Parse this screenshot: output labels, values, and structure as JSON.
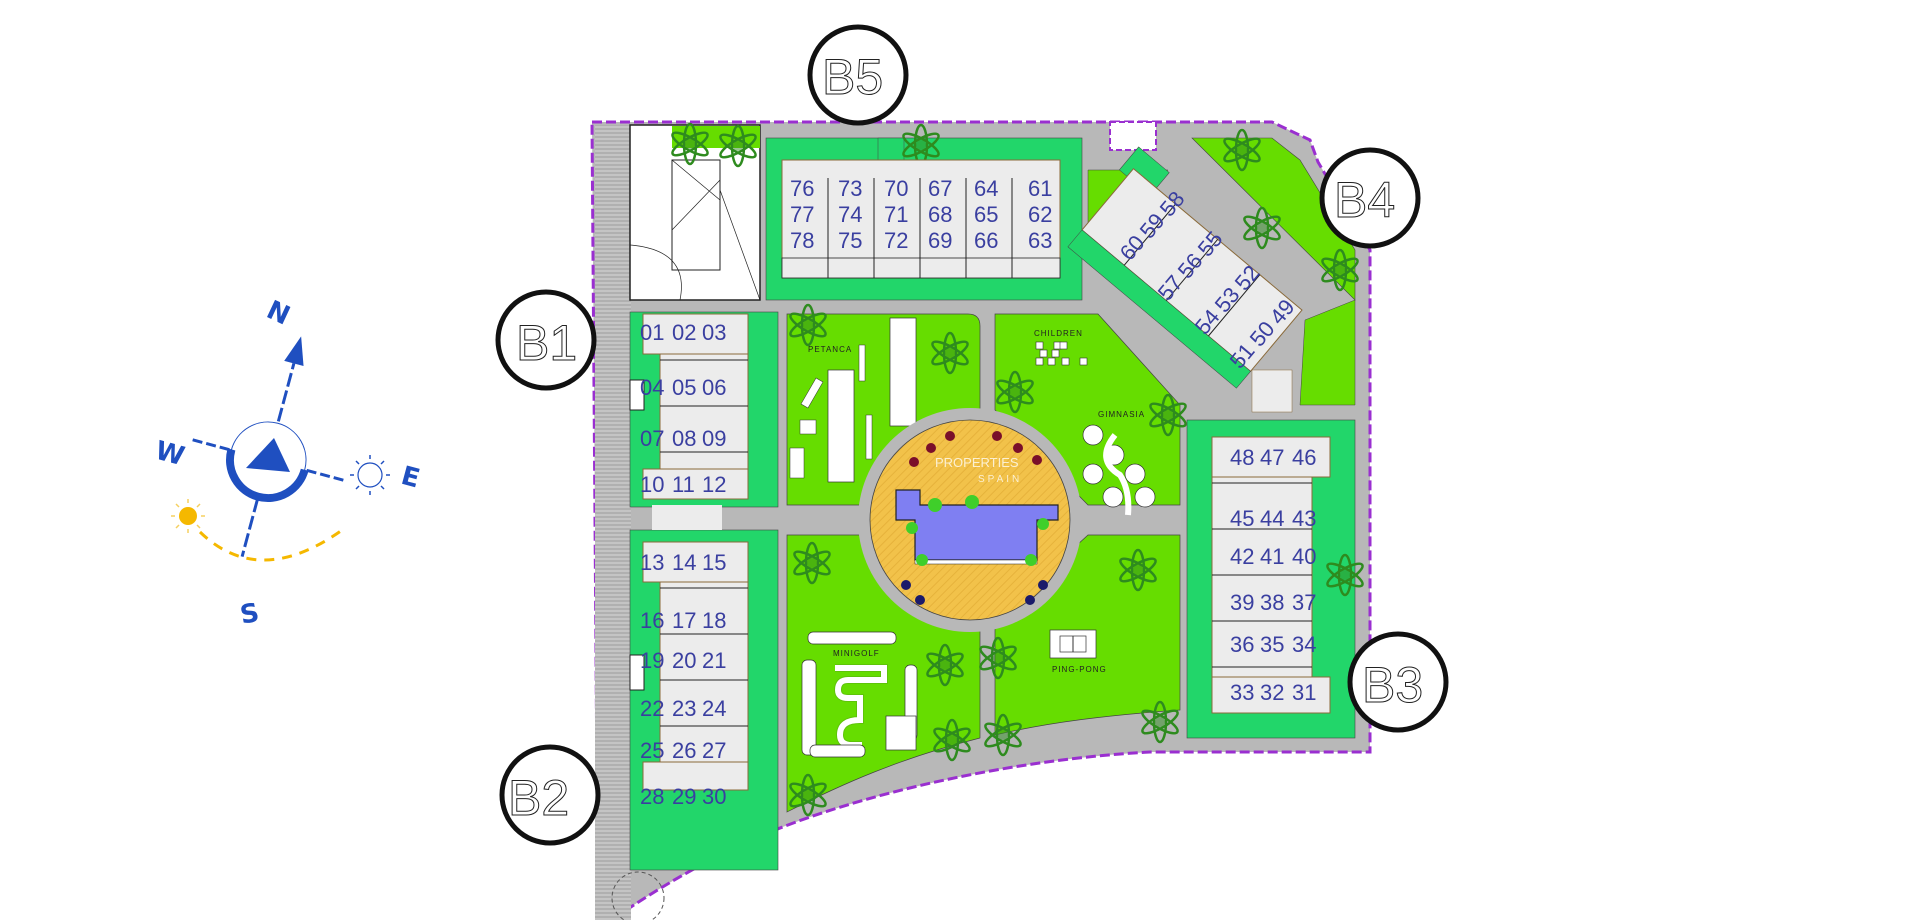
{
  "plan": {
    "title": "Residential complex site plan",
    "colors": {
      "background": "#ffffff",
      "road": "#b8b8b8",
      "lawn": "#66dd00",
      "garden_plot": "#22d66a",
      "pool_deck": "#f2c24a",
      "pool_water": "#7f7ff2",
      "building": "#ececec",
      "unit_text": "#3a3fa0",
      "boundary": "#9a2fd0",
      "compass": "#1f4fc0",
      "sun": "#f5b800",
      "tree": "#2e8b1e"
    },
    "blocks": [
      {
        "id": "B1",
        "label": "B1",
        "units": [
          "01",
          "02",
          "03",
          "04",
          "05",
          "06",
          "07",
          "08",
          "09",
          "10",
          "11",
          "12"
        ]
      },
      {
        "id": "B2",
        "label": "B2",
        "units": [
          "13",
          "14",
          "15",
          "16",
          "17",
          "18",
          "19",
          "20",
          "21",
          "22",
          "23",
          "24",
          "25",
          "26",
          "27",
          "28",
          "29",
          "30"
        ]
      },
      {
        "id": "B3",
        "label": "B3",
        "units": [
          "31",
          "32",
          "33",
          "34",
          "35",
          "36",
          "37",
          "38",
          "39",
          "40",
          "41",
          "42",
          "43",
          "44",
          "45",
          "46",
          "47",
          "48"
        ]
      },
      {
        "id": "B4",
        "label": "B4",
        "units": [
          "49",
          "50",
          "51",
          "52",
          "53",
          "54",
          "55",
          "56",
          "57",
          "58",
          "59",
          "60"
        ]
      },
      {
        "id": "B5",
        "label": "B5",
        "units": [
          "61",
          "62",
          "63",
          "64",
          "65",
          "66",
          "67",
          "68",
          "69",
          "70",
          "71",
          "72",
          "73",
          "74",
          "75",
          "76",
          "77",
          "78"
        ]
      }
    ],
    "b5_rows": [
      [
        "76",
        "73",
        "70",
        "67",
        "64",
        "61"
      ],
      [
        "77",
        "74",
        "71",
        "68",
        "65",
        "62"
      ],
      [
        "78",
        "75",
        "72",
        "69",
        "66",
        "63"
      ]
    ],
    "b1_rows": [
      [
        "01",
        "02",
        "03"
      ],
      [
        "04",
        "05",
        "06"
      ],
      [
        "07",
        "08",
        "09"
      ],
      [
        "10",
        "11",
        "12"
      ]
    ],
    "b2_rows": [
      [
        "13",
        "14",
        "15"
      ],
      [
        "16",
        "17",
        "18"
      ],
      [
        "19",
        "20",
        "21"
      ],
      [
        "22",
        "23",
        "24"
      ],
      [
        "25",
        "26",
        "27"
      ],
      [
        "28",
        "29",
        "30"
      ]
    ],
    "b3_rows": [
      [
        "48",
        "47",
        "46"
      ],
      [
        "45",
        "44",
        "43"
      ],
      [
        "42",
        "41",
        "40"
      ],
      [
        "39",
        "38",
        "37"
      ],
      [
        "36",
        "35",
        "34"
      ],
      [
        "33",
        "32",
        "31"
      ]
    ],
    "b4_rows": [
      [
        "60",
        "59",
        "58"
      ],
      [
        "57",
        "56",
        "55"
      ],
      [
        "54",
        "53",
        "52"
      ],
      [
        "51",
        "50",
        "49"
      ]
    ],
    "amenities": {
      "petanca": "PETANCA",
      "children": "CHILDREN",
      "gimnasia": "GIMNASIA",
      "minigolf": "MINIGOLF",
      "ping_pong": "PING-PONG"
    },
    "compass": {
      "north": "N",
      "south": "S",
      "east": "E",
      "west": "W"
    },
    "watermark": {
      "line1": "PROPERTIES",
      "line2": "SPAIN"
    }
  }
}
